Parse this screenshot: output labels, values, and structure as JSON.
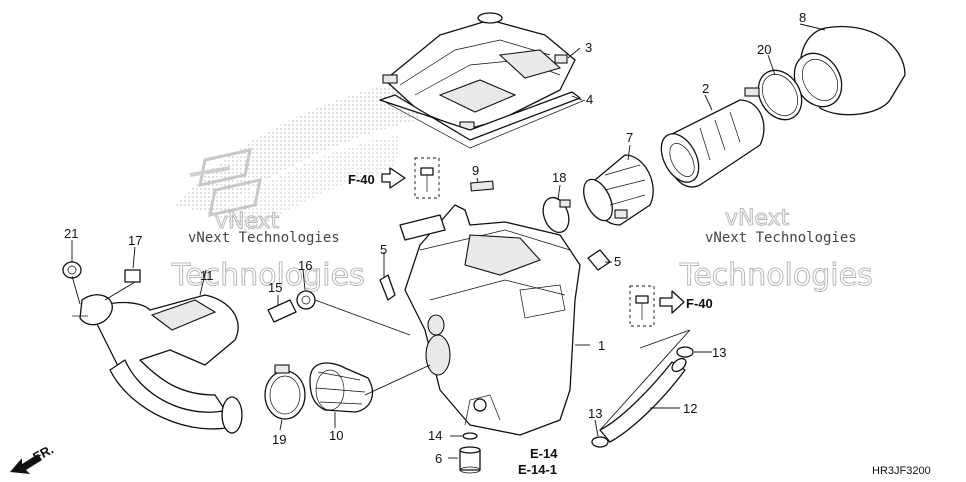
{
  "diagram_code": "HR3JF3200",
  "direction_label": "FR.",
  "watermarks": {
    "left_small": "vNext Technologies",
    "left_large": "Technologies",
    "left_top": "vNext",
    "right_small": "vNext Technologies",
    "right_large": "Technologies",
    "right_top": "vNext"
  },
  "references": {
    "f40_left": "F-40",
    "f40_right": "F-40",
    "e14": "E-14",
    "e14_1": "E-14-1"
  },
  "callouts": [
    "1",
    "2",
    "3",
    "4",
    "5",
    "5",
    "6",
    "7",
    "8",
    "9",
    "10",
    "11",
    "12",
    "13",
    "13",
    "14",
    "15",
    "16",
    "17",
    "18",
    "19",
    "20",
    "21"
  ],
  "colors": {
    "line": "#111111",
    "watermark": "#b8b8b8",
    "dots": "#9a9a9a"
  }
}
